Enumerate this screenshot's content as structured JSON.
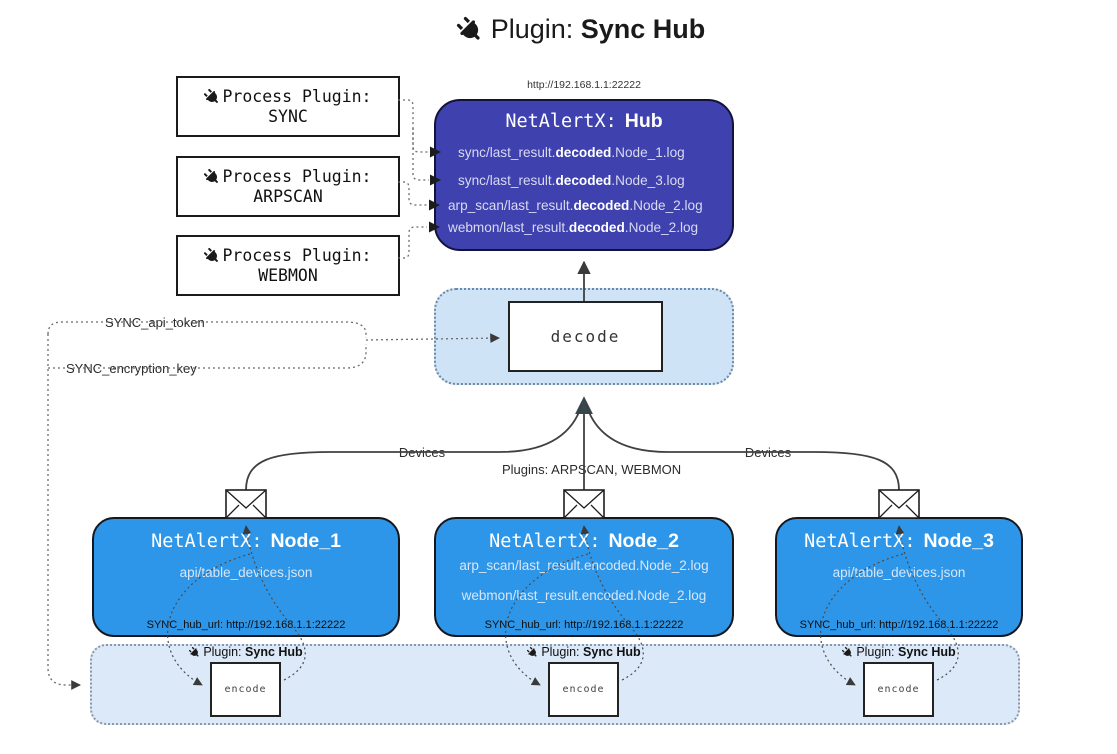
{
  "title": {
    "prefix": "Plugin:",
    "highlight": "Sync Hub"
  },
  "process_plugins": [
    {
      "label": "Process Plugin:",
      "name": "SYNC"
    },
    {
      "label": "Process Plugin:",
      "name": "ARPSCAN"
    },
    {
      "label": "Process Plugin:",
      "name": "WEBMON"
    }
  ],
  "hub": {
    "url_label": "http://192.168.1.1:22222",
    "name_prefix": "NetAlertX:",
    "name_bold": "Hub",
    "log_lines": [
      {
        "pre": "sync/last_result.",
        "em": "decoded",
        "post": ".Node_1.log"
      },
      {
        "pre": "sync/last_result.",
        "em": "decoded",
        "post": ".Node_3.log"
      },
      {
        "pre": "arp_scan/last_result.",
        "em": "decoded",
        "post": ".Node_2.log"
      },
      {
        "pre": "webmon/last_result.",
        "em": "decoded",
        "post": ".Node_2.log"
      }
    ]
  },
  "decode_box": {
    "label": "decode"
  },
  "config_labels": {
    "api_token": "SYNC_api_token",
    "encryption_key": "SYNC_encryption_key"
  },
  "edge_labels": {
    "devices_left": "Devices",
    "plugins_center": "Plugins: ARPSCAN, WEBMON",
    "devices_right": "Devices"
  },
  "nodes": [
    {
      "name_prefix": "NetAlertX:",
      "name_bold": "Node_1",
      "files": [
        "api/table_devices.json"
      ],
      "hub_url": "SYNC_hub_url: http://192.168.1.1:22222"
    },
    {
      "name_prefix": "NetAlertX:",
      "name_bold": "Node_2",
      "files": [
        "arp_scan/last_result.encoded.Node_2.log",
        "webmon/last_result.encoded.Node_2.log"
      ],
      "hub_url": "SYNC_hub_url: http://192.168.1.1:22222"
    },
    {
      "name_prefix": "NetAlertX:",
      "name_bold": "Node_3",
      "files": [
        "api/table_devices.json"
      ],
      "hub_url": "SYNC_hub_url: http://192.168.1.1:22222"
    }
  ],
  "encode_sections": [
    {
      "plugin_prefix": "Plugin:",
      "plugin_bold": "Sync Hub",
      "box_label": "encode"
    },
    {
      "plugin_prefix": "Plugin:",
      "plugin_bold": "Sync Hub",
      "box_label": "encode"
    },
    {
      "plugin_prefix": "Plugin:",
      "plugin_bold": "Sync Hub",
      "box_label": "encode"
    }
  ],
  "colors": {
    "hub_fill": "#3E41AE",
    "node_fill": "#2E96E9",
    "decode_panel_fill": "#CFE3F6",
    "encode_strip_fill": "#DCE9F8",
    "line": "#404040"
  }
}
